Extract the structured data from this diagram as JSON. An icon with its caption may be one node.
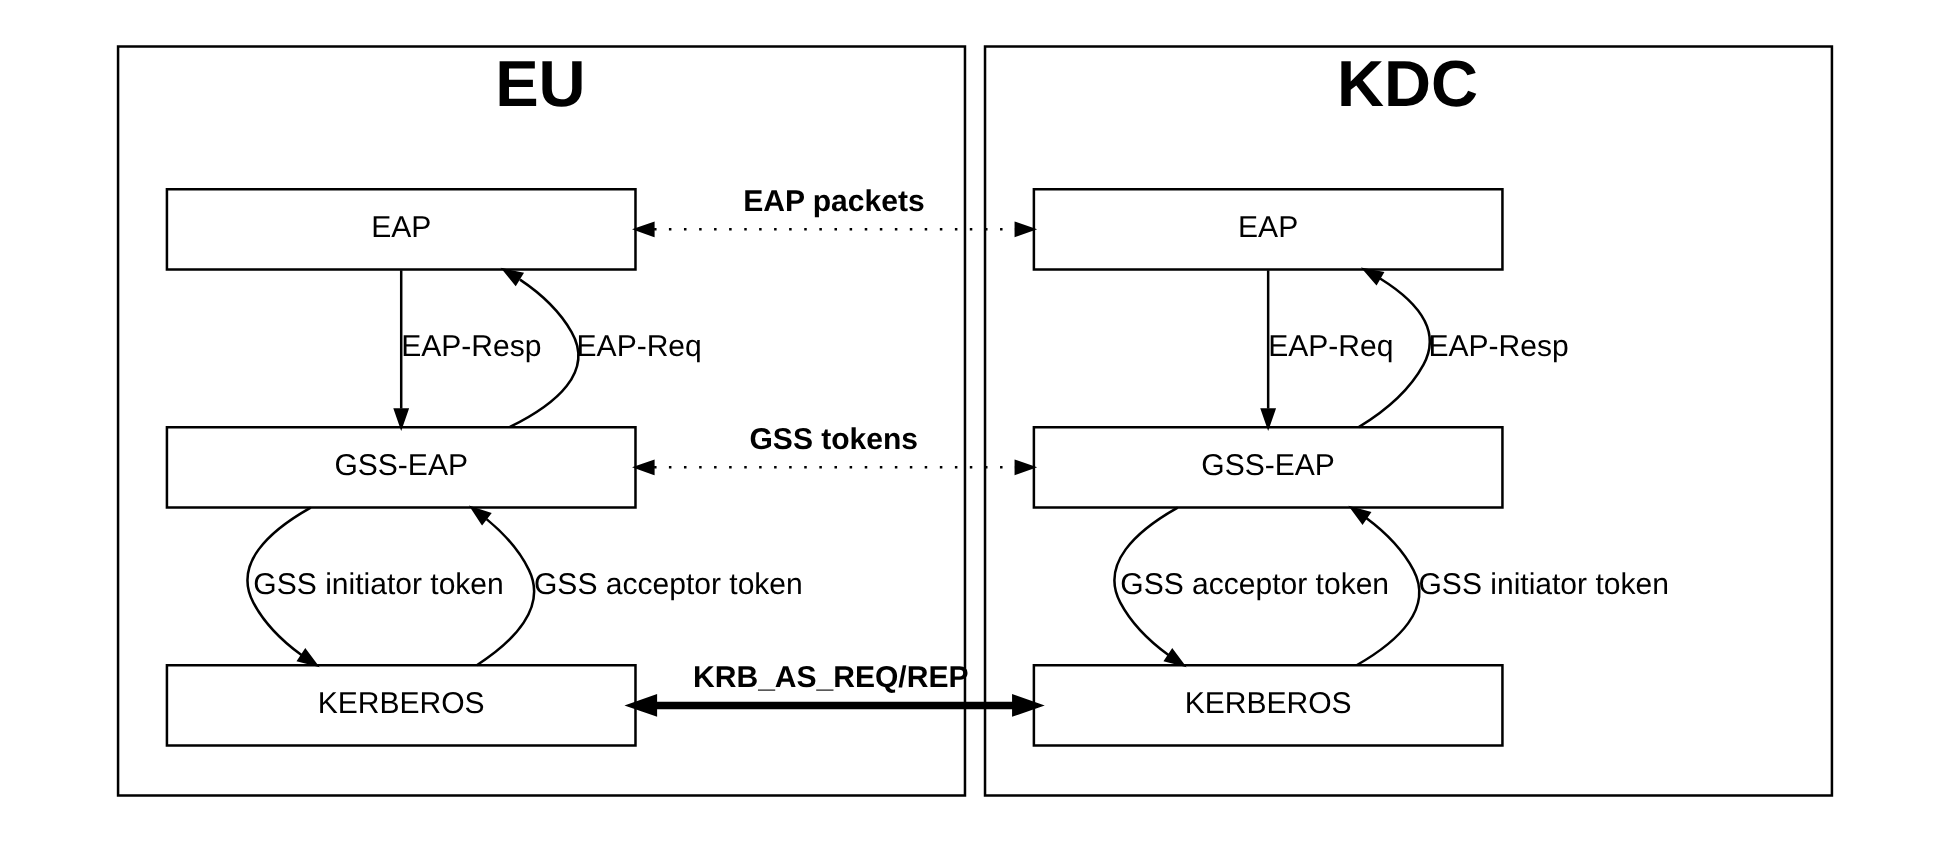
{
  "diagram": {
    "nodes": [
      {
        "text": [
          "EU"
        ]
      },
      {
        "text": [
          "EAP"
        ],
        "in": 0
      },
      {
        "text": [
          "GSS-EAP"
        ],
        "in": 0
      },
      {
        "text": [
          "KERBEROS"
        ],
        "in": 0
      },
      {
        "text": [
          "KDC"
        ]
      },
      {
        "text": [
          "EAP"
        ],
        "in": 4
      },
      {
        "text": [
          "GSS-EAP"
        ],
        "in": 4
      },
      {
        "text": [
          "KERBEROS"
        ],
        "in": 4
      }
    ],
    "edges": [
      {
        "from": 2,
        "to": 1,
        "arrow": "to",
        "label": "EAP-Req"
      },
      {
        "from": 1,
        "to": 2,
        "arrow": "to",
        "label": "EAP-Resp"
      },
      {
        "from": 3,
        "to": 2,
        "arrow": "to",
        "label": "GSS acceptor token"
      },
      {
        "from": 2,
        "to": 3,
        "arrow": "to",
        "label": "GSS initiator token"
      },
      {
        "from": 6,
        "to": 5,
        "arrow": "to",
        "label": "EAP-Resp"
      },
      {
        "from": 5,
        "to": 6,
        "arrow": "to",
        "label": "EAP-Req"
      },
      {
        "from": 7,
        "to": 6,
        "arrow": "to",
        "label": "GSS initiator token"
      },
      {
        "from": 6,
        "to": 7,
        "arrow": "to",
        "label": "GSS acceptor token"
      },
      {
        "from": 1,
        "to": 5,
        "arrow": "both",
        "label": "EAP packets",
        "style": "dashed"
      },
      {
        "from": 2,
        "to": 6,
        "arrow": "both",
        "label": "GSS tokens",
        "style": "dashed"
      },
      {
        "from": 3,
        "to": 7,
        "arrow": "both",
        "label": "KRB_AS_REQ/REP",
        "style": "thick"
      }
    ]
  }
}
